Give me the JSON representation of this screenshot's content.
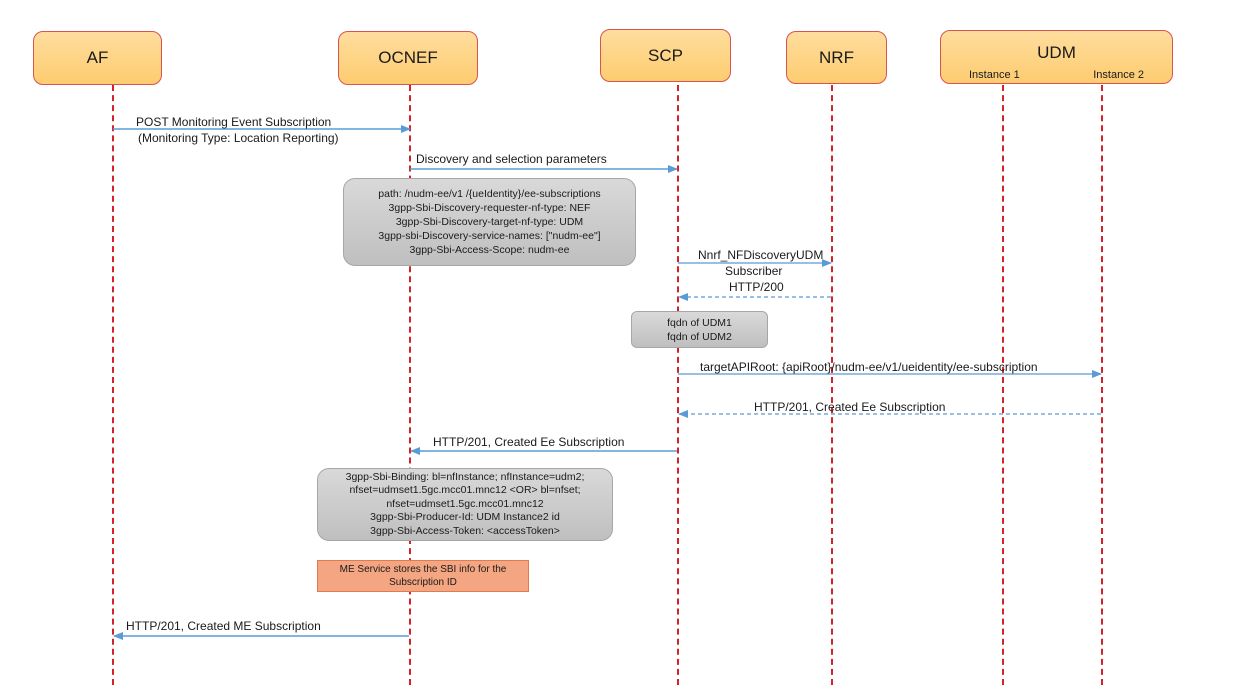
{
  "actors": [
    {
      "id": "af",
      "label": "AF"
    },
    {
      "id": "ocnef",
      "label": "OCNEF"
    },
    {
      "id": "scp",
      "label": "SCP"
    },
    {
      "id": "nrf",
      "label": "NRF"
    },
    {
      "id": "udm",
      "label": "UDM",
      "instances": [
        "Instance 1",
        "Instance 2"
      ]
    }
  ],
  "messages": [
    {
      "id": "m1",
      "from": "AF",
      "to": "OCNEF",
      "style": "solid",
      "lines": [
        "POST Monitoring Event Subscription",
        "(Monitoring Type: Location Reporting)"
      ]
    },
    {
      "id": "m2",
      "from": "OCNEF",
      "to": "SCP",
      "style": "solid",
      "lines": [
        "Discovery and selection parameters"
      ]
    },
    {
      "id": "m3",
      "from": "SCP",
      "to": "NRF",
      "style": "solid",
      "lines": [
        "Nnrf_NFDiscoveryUDM",
        "Subscriber"
      ]
    },
    {
      "id": "m4",
      "from": "NRF",
      "to": "SCP",
      "style": "dashed",
      "lines": [
        "HTTP/200"
      ]
    },
    {
      "id": "m5",
      "from": "SCP",
      "to": "UDM Instance 2",
      "style": "solid",
      "lines": [
        "targetAPIRoot: {apiRoot}/nudm-ee/v1/ueidentity/ee-subscription"
      ]
    },
    {
      "id": "m6",
      "from": "UDM Instance 2",
      "to": "SCP",
      "style": "dashed",
      "lines": [
        "HTTP/201, Created Ee Subscription"
      ]
    },
    {
      "id": "m7",
      "from": "SCP",
      "to": "OCNEF",
      "style": "solid",
      "lines": [
        "HTTP/201, Created Ee Subscription"
      ]
    },
    {
      "id": "m8",
      "from": "OCNEF",
      "to": "AF",
      "style": "solid",
      "lines": [
        "HTTP/201, Created ME Subscription"
      ]
    }
  ],
  "notes": {
    "discovery_params": [
      "path: /nudm-ee/v1 /{ueIdentity}/ee-subscriptions",
      "3gpp-Sbi-Discovery-requester-nf-type: NEF",
      "3gpp-Sbi-Discovery-target-nf-type: UDM",
      "3gpp-sbi-Discovery-service-names: [\"nudm-ee\"]",
      "3gpp-Sbi-Access-Scope: nudm-ee"
    ],
    "fqdn": [
      "fqdn of UDM1",
      "fqdn of UDM2"
    ],
    "binding": [
      "3gpp-Sbi-Binding: bl=nfInstance; nfInstance=udm2;",
      "nfset=udmset1.5gc.mcc01.mnc12 <OR> bl=nfset;",
      "nfset=udmset1.5gc.mcc01.mnc12",
      "3gpp-Sbi-Producer-Id: UDM Instance2 id",
      "3gpp-Sbi-Access-Token: <accessToken>"
    ],
    "me_service": [
      "ME Service stores the SBI info for the",
      "Subscription ID"
    ]
  },
  "colors": {
    "lifeline": "#d2232a",
    "arrow": "#5b9bd5",
    "actor_fill": "#fdd17f",
    "note_fill": "#c8c8c8",
    "note_orange": "#f4a582"
  }
}
